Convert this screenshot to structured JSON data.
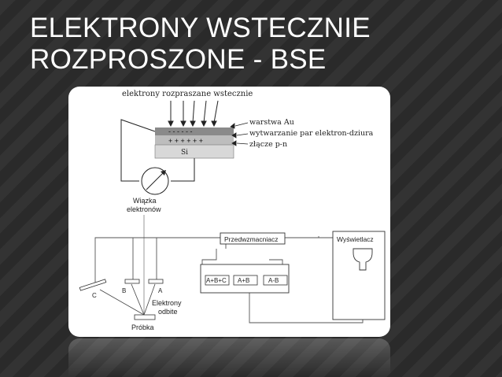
{
  "slide": {
    "title_line1": "ELEKTRONY WSTECZNIE",
    "title_line2": "ROZPROSZONE - BSE"
  },
  "diagram": {
    "top_label": "elektrony rozpraszane wstecznie",
    "charges_minus": "- - - - - -",
    "charges_plus": "+ + + + + +",
    "si_label": "Si",
    "label_au": "warstwa Au",
    "label_pairs": "wytwarzanie par elektron-dziura",
    "label_junction": "złącze p-n",
    "beam_label_line1": "Wiązka",
    "beam_label_line2": "elektronów",
    "preamp_label": "Przedwzmacniacz",
    "display_label": "Wyświetlacz",
    "mix_labels": [
      "A+B+C",
      "A+B",
      "A-B"
    ],
    "detector_c": "C",
    "detector_b": "B",
    "detector_a": "A",
    "reflected_line1": "Elektrony",
    "reflected_line2": "odbite",
    "sample_label": "Próbka"
  },
  "colors": {
    "background": "#2e2e2e",
    "title_text": "#ffffff",
    "figure_bg": "#ffffff",
    "au_layer": "#8a8a8a",
    "si_layer": "#d8d8d8"
  }
}
